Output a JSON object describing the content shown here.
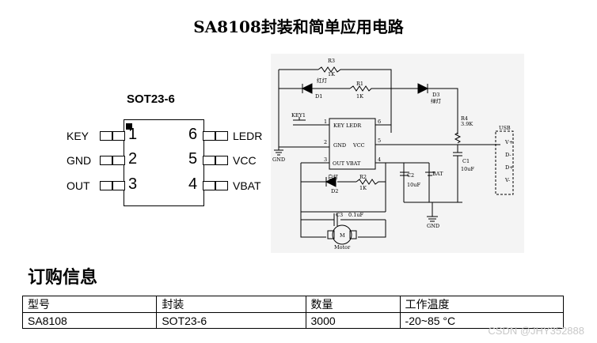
{
  "title": "SA8108封装和简单应用电路",
  "package": {
    "name": "SOT23-6",
    "pins": [
      {
        "num": "1",
        "label": "KEY"
      },
      {
        "num": "2",
        "label": "GND"
      },
      {
        "num": "3",
        "label": "OUT"
      },
      {
        "num": "6",
        "label": "LEDR"
      },
      {
        "num": "5",
        "label": "VCC"
      },
      {
        "num": "4",
        "label": "VBAT"
      }
    ]
  },
  "schematic": {
    "r3": "R3",
    "r3v": "1K",
    "red": "红灯",
    "d1": "D1",
    "r1": "R1",
    "r1v": "1K",
    "green": "绿灯",
    "d3": "D3",
    "key1": "KEY1",
    "ic_key": "KEY LEDR",
    "ic_gnd": "GND",
    "ic_vcc": "VCC",
    "ic_out": "OUT VBAT",
    "pin1": "1",
    "pin6": "6",
    "pin2": "2",
    "pin5": "5",
    "pin3": "3",
    "pin4": "4",
    "gnd": "GND",
    "white": "白灯",
    "d2": "D2",
    "r2": "R2",
    "r2v": "1K",
    "r4": "R4",
    "r4v": "3.9K",
    "c1": "C1",
    "c1v": "10uF",
    "c2": "C2",
    "c2v": "10uF",
    "bat": "BAT",
    "c3": "C3",
    "c3v": "0.1uF",
    "motor": "Motor",
    "m": "M",
    "usb": "USB",
    "usb_v1": "V+",
    "usb_d1": "D-",
    "usb_d2": "D+",
    "usb_v2": "V-",
    "gnd2": "GND"
  },
  "ordering": {
    "heading": "订购信息",
    "headers": [
      "型号",
      "封装",
      "数量",
      "工作温度"
    ],
    "row": [
      "SA8108",
      "SOT23-6",
      "3000",
      "-20~85 °C"
    ]
  },
  "watermark": "CSDN @JHY352888"
}
